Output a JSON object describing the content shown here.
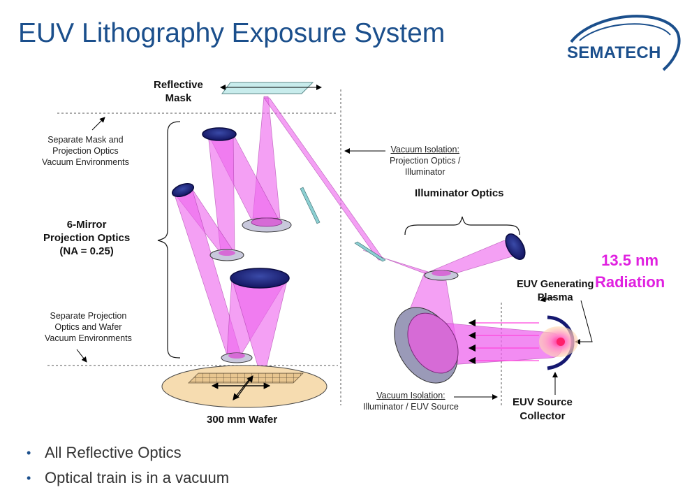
{
  "slide": {
    "title": "EUV Lithography Exposure System",
    "logo_text": "SEMATECH"
  },
  "diagram": {
    "reflective_mask": [
      "Reflective",
      "Mask"
    ],
    "separate_mask_note": [
      "Separate Mask and",
      "Projection Optics",
      "Vacuum Environments"
    ],
    "projection_optics": [
      "6-Mirror",
      "Projection Optics",
      "(NA = 0.25)"
    ],
    "separate_wafer_note": [
      "Separate Projection",
      "Optics and Wafer",
      "Vacuum Environments"
    ],
    "wafer": "300 mm Wafer",
    "vacuum_isolation_1": {
      "title": "Vacuum Isolation:",
      "lines": [
        "Projection Optics /",
        "Illuminator"
      ]
    },
    "illuminator_optics": "Illuminator Optics",
    "radiation": [
      "13.5 nm",
      "Radiation"
    ],
    "euv_plasma": [
      "EUV Generating",
      "Plasma"
    ],
    "vacuum_isolation_2": {
      "title": "Vacuum Isolation:",
      "lines": [
        "Illuminator / EUV Source"
      ]
    },
    "euv_collector": [
      "EUV Source",
      "Collector"
    ],
    "colors": {
      "title_blue": "#1b4f8c",
      "beam_pink": "#ee66ee",
      "mirror_navy": "#151870",
      "radiation_magenta": "#e020e0",
      "wafer_tan": "#f6dcb0"
    }
  },
  "bullets": [
    "All Reflective Optics",
    "Optical train is in a vacuum"
  ]
}
